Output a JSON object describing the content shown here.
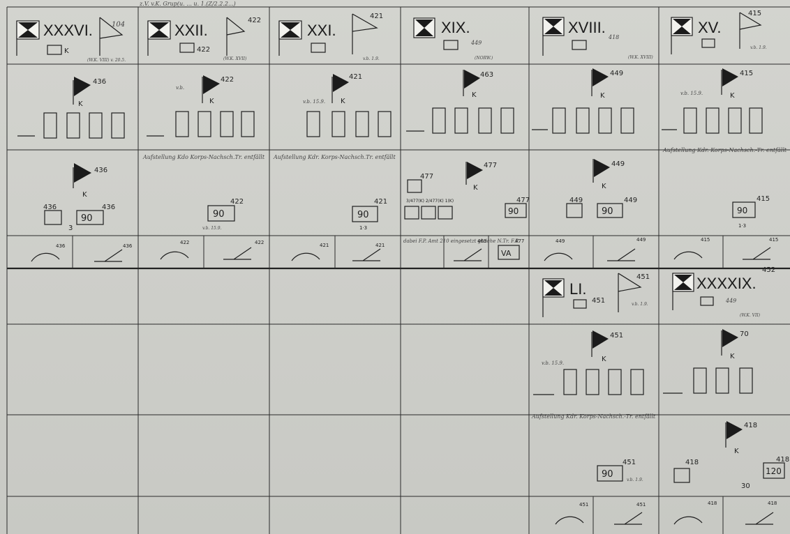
{
  "top_annotation": "z.V. v.K. Grup(u. ... u. 1.(Z/2.2.2...)",
  "corps_columns": [
    {
      "numeral": "XXXVI.",
      "header_flag_number": "104",
      "header_note": "(W.K. VIII) v. 20.5.",
      "top_flag_number": "436",
      "unit_number": "436",
      "k_label": "K",
      "row2_flag_number": "436",
      "row2_star_number": "436",
      "row2_vehicle_number": "436",
      "row2_capacity": "90",
      "row2_fraction": "3",
      "bottom_left_number": "436",
      "bottom_right_number": "436"
    },
    {
      "numeral": "XXII.",
      "header_flag_number": "422",
      "header_note": "(W.K. XVII)",
      "top_flag_number": "422",
      "unit_number": "422",
      "k_label": "K",
      "vb_note": "v.b.",
      "note": "Aufstellung Kdo Korps-Nachsch.Tr. entfällt",
      "row2_vehicle_number": "422",
      "row2_capacity": "90",
      "row2_note": "v.b. 15.9.",
      "bottom_left_number": "422",
      "bottom_right_number": "422"
    },
    {
      "numeral": "XXI.",
      "header_flag_number": "421",
      "header_note": "v.b. 1.9.",
      "top_flag_number": "421",
      "unit_number": "421",
      "k_label": "K",
      "vb_note": "v.b. 15.9.",
      "note": "Aufstellung Kdr. Korps-Nachsch.Tr. entfällt",
      "row2_vehicle_number": "421",
      "row2_capacity": "90",
      "row2_fraction": "1·3",
      "bottom_left_number": "421",
      "bottom_right_number": "421"
    },
    {
      "numeral": "XIX.",
      "header_flag_number": "449",
      "header_note": "(NORW.)",
      "top_flag_number": "463",
      "unit_number": "477",
      "k_label": "K",
      "row2_flag_number": "477",
      "row2_box_label": "3/477(K) 2/477(K) 1(K)",
      "row2_capacity": "90",
      "row2_vehicle_number": "477",
      "bottom_note": "dabei F.P. Amt 210 eingesetzt gleiche N.Tr. F.P.",
      "bottom_middle_number": "463",
      "bottom_right_label": "VA",
      "bottom_right_number": "477"
    },
    {
      "numeral": "XVIII.",
      "header_flag_number": "418",
      "header_note": "(W.K. XVIII)",
      "top_flag_number": "449",
      "unit_number": "449",
      "k_label": "K",
      "row2_flag_number": "449",
      "row2_star_number": "449",
      "row2_vehicle_number": "449",
      "row2_capacity": "90",
      "bottom_left_number": "449",
      "bottom_right_number": "449"
    },
    {
      "numeral": "XV.",
      "header_flag_number": "415",
      "header_note": "v.b. 1.9.",
      "top_flag_number": "415",
      "unit_number": "415",
      "k_label": "K",
      "vb_note": "v.b. 15.9.",
      "note": "Aufstellung Kdr. Korps-Nachsch.-Tr. entfällt",
      "row2_vehicle_number": "415",
      "row2_capacity": "90",
      "row2_fraction": "1·3",
      "bottom_left_number": "415",
      "bottom_right_number": "415"
    }
  ],
  "lower_columns": [
    {
      "numeral": "LI.",
      "header_flag_number": "451",
      "header_note": "v.b. 1.9.",
      "top_flag_number": "451",
      "unit_number": "451",
      "k_label": "K",
      "vb_note": "v.b. 15.9.",
      "note": "Aufstellung Kdr. Korps-Nachsch.-Tr. entfällt",
      "row2_vehicle_number": "451",
      "row2_capacity": "90",
      "row2_note": "v.b. 1.9.",
      "bottom_left_number": "451",
      "bottom_right_number": "451"
    },
    {
      "numeral": "XXXXIX.",
      "header_flag_number": "452",
      "header_note": "(W.K. VII)",
      "header_side_number": "449",
      "top_flag_number": "70",
      "unit_number": "418",
      "k_label": "K",
      "row2_flag_number": "418",
      "row2_star_number": "418",
      "row2_vehicle_number": "418",
      "row2_capacity": "120",
      "row2_side_numbers": [
        "30",
        "-"
      ],
      "bottom_left_number": "418",
      "bottom_right_number": "418"
    }
  ]
}
